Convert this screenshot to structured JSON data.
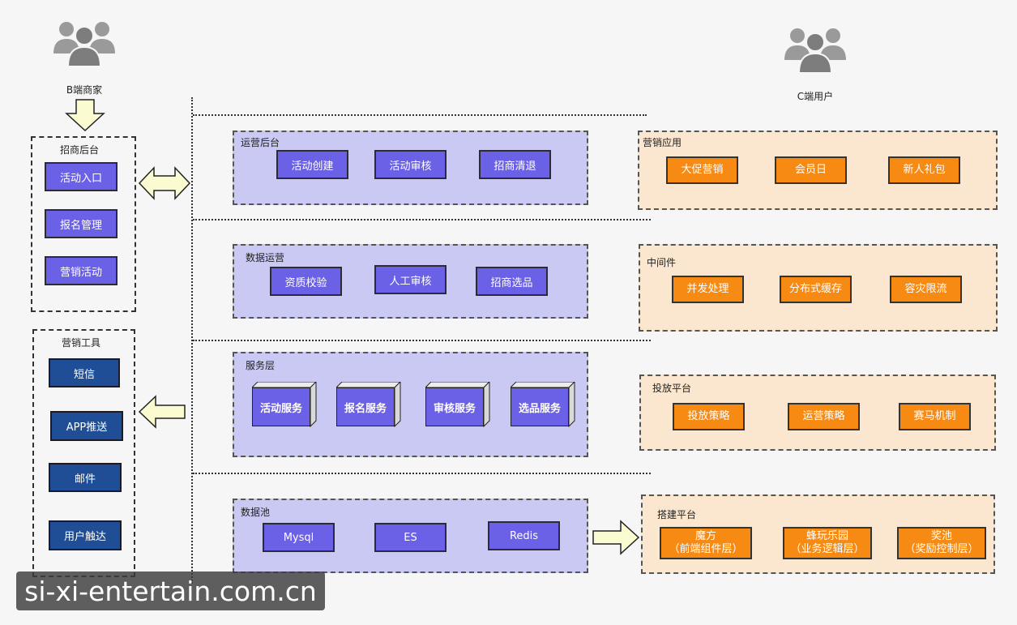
{
  "actors": {
    "b_merchant": "B端商家",
    "c_user": "C端用户"
  },
  "merchant_backend": {
    "title": "招商后台",
    "items": [
      "活动入口",
      "报名管理",
      "营销活动"
    ]
  },
  "marketing_tools": {
    "title": "营销工具",
    "items": [
      "短信",
      "APP推送",
      "邮件",
      "用户触达"
    ]
  },
  "ops_backend": {
    "title": "运营后台",
    "items": [
      "活动创建",
      "活动审核",
      "招商清退"
    ]
  },
  "data_ops": {
    "title": "数据运营",
    "items": [
      "资质校验",
      "人工审核",
      "招商选品"
    ]
  },
  "service_layer": {
    "title": "服务层",
    "items": [
      "活动服务",
      "报名服务",
      "审核服务",
      "选品服务"
    ]
  },
  "data_pool": {
    "title": "数据池",
    "items": [
      "Mysql",
      "ES",
      "Redis"
    ]
  },
  "marketing_apps": {
    "title": "营销应用",
    "items": [
      "大促营销",
      "会员日",
      "新人礼包"
    ]
  },
  "middleware": {
    "title": "中间件",
    "items": [
      "并发处理",
      "分布式缓存",
      "容灾限流"
    ]
  },
  "delivery_platform": {
    "title": "投放平台",
    "items": [
      "投放策略",
      "运营策略",
      "赛马机制"
    ]
  },
  "build_platform": {
    "title": "搭建平台",
    "items": [
      {
        "name": "魔方",
        "sub": "（前端组件层）"
      },
      {
        "name": "蜂玩乐园",
        "sub": "（业务逻辑层）"
      },
      {
        "name": "奖池",
        "sub": "（奖励控制层）"
      }
    ]
  },
  "watermark": "si-xi-entertain.com.cn",
  "colors": {
    "purple_button": "#6b61e6",
    "purple_panel": "#c9c9f4",
    "navy_button": "#1f4e96",
    "orange_button": "#f78a12",
    "peach_panel": "#fbe6d0",
    "arrow_fill": "#fbfbd2"
  }
}
